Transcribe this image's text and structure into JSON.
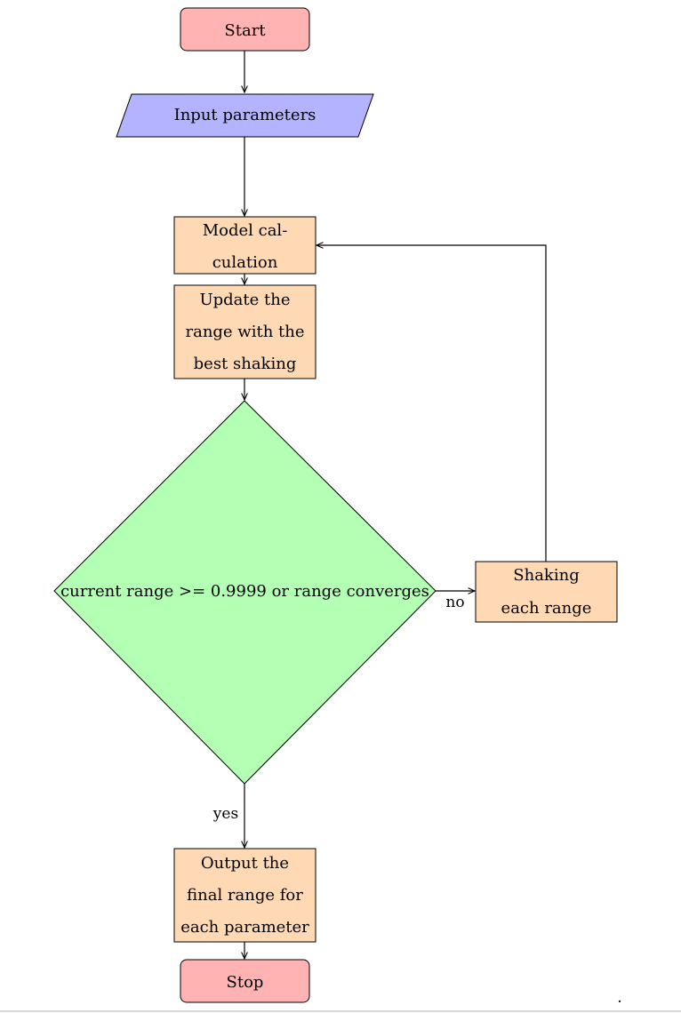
{
  "flowchart": {
    "start": {
      "label": "Start",
      "fill": "#ffb3b3"
    },
    "input": {
      "label": "Input parameters",
      "fill": "#b3b3ff"
    },
    "model": {
      "line1": "Model cal-",
      "line2": "culation",
      "fill": "#ffd9b3"
    },
    "update": {
      "line1": "Update the",
      "line2": "range with the",
      "line3": "best shaking",
      "fill": "#ffd9b3"
    },
    "decision": {
      "label": "current range >= 0.9999 or range converges",
      "fill": "#b3ffb3"
    },
    "shaking": {
      "line1": "Shaking",
      "line2": "each range",
      "fill": "#ffd9b3"
    },
    "output": {
      "line1": "Output the",
      "line2": "final range for",
      "line3": "each parameter",
      "fill": "#ffd9b3"
    },
    "stop": {
      "label": "Stop",
      "fill": "#ffb3b3"
    },
    "edge_no": "no",
    "edge_yes": "yes",
    "page_dot": "."
  }
}
